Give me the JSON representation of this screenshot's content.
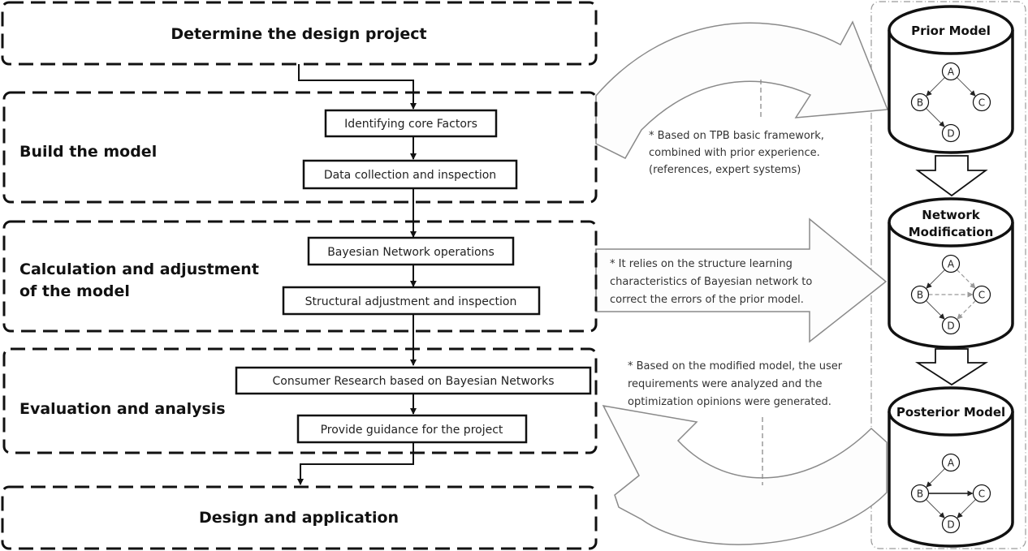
{
  "stages": [
    {
      "id": "determine",
      "label": "Determine the design project"
    },
    {
      "id": "build",
      "label": "Build the model",
      "steps": [
        "Identifying core Factors",
        "Data collection and inspection"
      ]
    },
    {
      "id": "calc",
      "label_lines": [
        "Calculation and adjustment",
        "of the model"
      ],
      "steps": [
        "Bayesian Network operations",
        "Structural adjustment and inspection"
      ]
    },
    {
      "id": "eval",
      "label": "Evaluation and analysis",
      "steps": [
        "Consumer Research based on Bayesian Networks",
        "Provide guidance for the project"
      ]
    },
    {
      "id": "design",
      "label": "Design and application"
    }
  ],
  "notes": {
    "prior": [
      "* Based on TPB basic framework,",
      "combined with prior experience.",
      "(references, expert systems)"
    ],
    "modification": [
      "* It relies on the structure learning",
      "characteristics of Bayesian network to",
      "correct the errors of the prior model."
    ],
    "posterior": [
      "* Based on the modified model, the user",
      "requirements were analyzed and the",
      "optimization opinions were generated."
    ]
  },
  "models": [
    {
      "id": "prior",
      "title_lines": [
        "Prior Model"
      ],
      "nodes": [
        "A",
        "B",
        "C",
        "D"
      ],
      "edges": [
        {
          "from": "A",
          "to": "B",
          "style": "solid"
        },
        {
          "from": "A",
          "to": "C",
          "style": "solid"
        },
        {
          "from": "B",
          "to": "D",
          "style": "solid"
        }
      ]
    },
    {
      "id": "modification",
      "title_lines": [
        "Network",
        "Modification"
      ],
      "nodes": [
        "A",
        "B",
        "C",
        "D"
      ],
      "edges": [
        {
          "from": "A",
          "to": "B",
          "style": "solid"
        },
        {
          "from": "A",
          "to": "C",
          "style": "dashed"
        },
        {
          "from": "B",
          "to": "C",
          "style": "dashed"
        },
        {
          "from": "B",
          "to": "D",
          "style": "solid"
        },
        {
          "from": "C",
          "to": "D",
          "style": "dashed"
        }
      ]
    },
    {
      "id": "posterior",
      "title_lines": [
        "Posterior Model"
      ],
      "nodes": [
        "A",
        "B",
        "C",
        "D"
      ],
      "edges": [
        {
          "from": "A",
          "to": "B",
          "style": "solid"
        },
        {
          "from": "B",
          "to": "C",
          "style": "bold"
        },
        {
          "from": "B",
          "to": "D",
          "style": "solid"
        },
        {
          "from": "C",
          "to": "D",
          "style": "solid"
        }
      ]
    }
  ],
  "colors": {
    "stroke": "#111111",
    "arrow_outline": "#8a8a8a",
    "panel_border": "#9a9a9a",
    "dashed_edge": "#999999"
  }
}
